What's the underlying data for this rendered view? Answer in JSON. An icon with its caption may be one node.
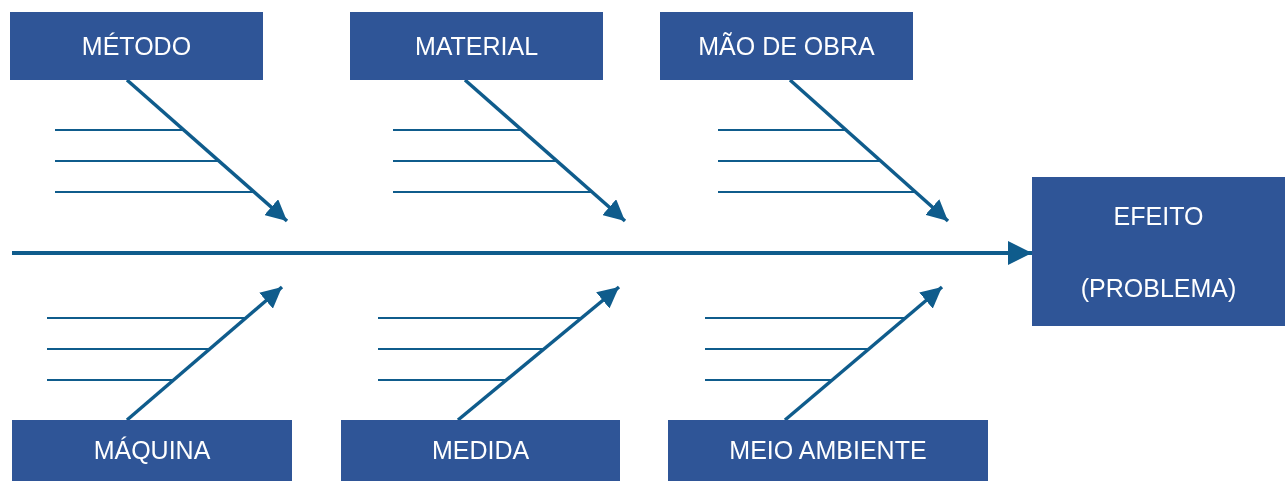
{
  "diagram": {
    "nodes": [
      {
        "text": [
          "MÉTODO"
        ]
      },
      {
        "text": [
          "MATERIAL"
        ]
      },
      {
        "text": [
          "MÃO DE OBRA"
        ]
      },
      {
        "text": [
          "EFEITO (PROBLEMA)"
        ]
      },
      {
        "text": [
          "MÁQUINA"
        ]
      },
      {
        "text": [
          "MEDIDA"
        ]
      },
      {
        "text": [
          "MEIO AMBIENTE"
        ]
      }
    ],
    "edges": [
      {
        "from": 0,
        "to": null,
        "arrow": "to"
      },
      {
        "from": 1,
        "to": null,
        "arrow": "to"
      },
      {
        "from": 2,
        "to": null,
        "arrow": "to"
      },
      {
        "from": 4,
        "to": null,
        "arrow": "to"
      },
      {
        "from": 5,
        "to": null,
        "arrow": "to"
      },
      {
        "from": 6,
        "to": null,
        "arrow": "to"
      },
      {
        "from": null,
        "to": 3,
        "arrow": "to"
      }
    ]
  }
}
